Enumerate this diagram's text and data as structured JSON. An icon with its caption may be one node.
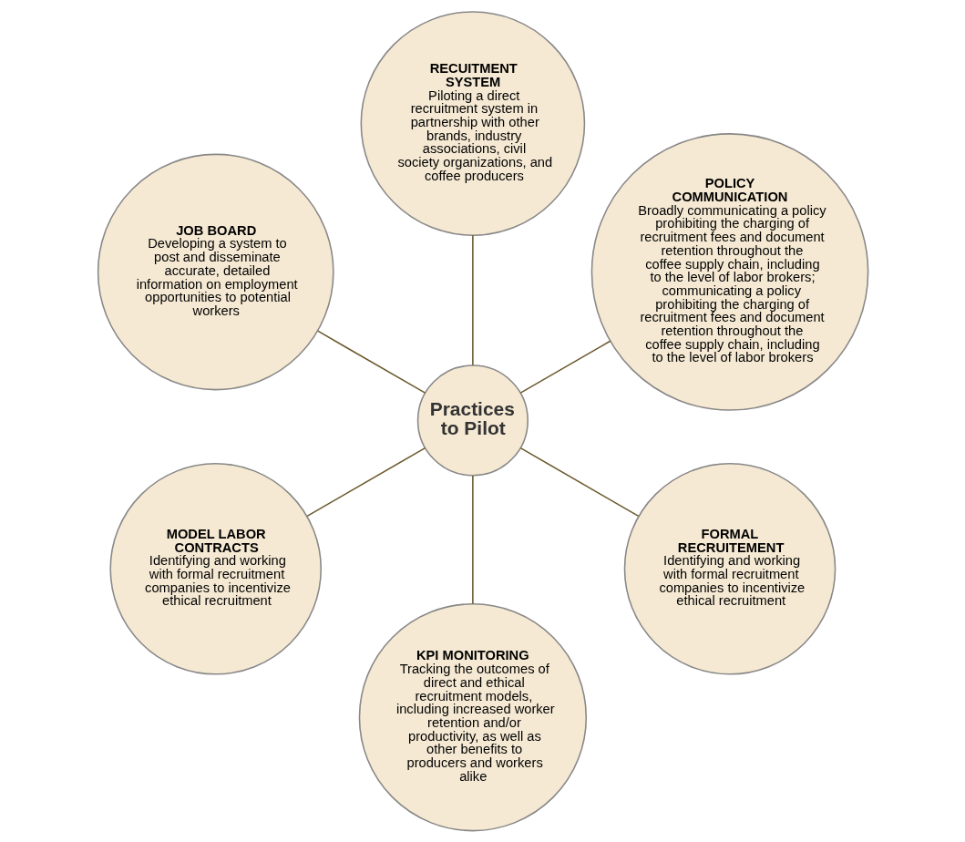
{
  "diagram": {
    "nodes": [
      {
        "text": [
          "POLICY COMMUNICATION",
          "Broadly communicating a policy prohibiting the charging of recruitment fees and document retention throughout the coffee supply chain, including to the level of labor brokers; communicating a policy prohibiting the charging of recruitment fees and document retention throughout the coffee supply chain, including to the level of labor brokers"
        ]
      },
      {
        "text": [
          "RECUITMENT SYSTEM",
          "Piloting a direct recruitment system in partnership with other brands, industry associations, civil society organizations, and coffee producers"
        ]
      },
      {
        "text": [
          "JOB BOARD",
          "Developing a system to post and disseminate accurate, detailed information on employment opportunities to potential workers"
        ]
      },
      {
        "text": [
          "Practices to Pilot"
        ]
      },
      {
        "text": [
          "MODEL LABOR CONTRACTS",
          "Identifying and working with formal recruitment companies to incentivize ethical recruitment"
        ]
      },
      {
        "text": [
          "KPI MONITORING",
          "Tracking the outcomes of direct and ethical recruitment models, including increased worker retention and/or productivity, as well as other benefits to producers and workers alike"
        ]
      },
      {
        "text": [
          "FORMAL RECRUITEMENT",
          "Identifying and working with formal recruitment companies to incentivize ethical recruitment"
        ]
      }
    ],
    "edges": [
      {
        "from": 3,
        "to": 0,
        "arrow": "none"
      },
      {
        "from": 3,
        "to": 2,
        "arrow": "none"
      },
      {
        "from": 3,
        "to": 6,
        "arrow": "none"
      },
      {
        "from": 3,
        "to": 5,
        "arrow": "none"
      },
      {
        "from": 3,
        "to": 4,
        "arrow": "none"
      },
      {
        "from": 3,
        "to": 1,
        "arrow": "none"
      }
    ]
  }
}
